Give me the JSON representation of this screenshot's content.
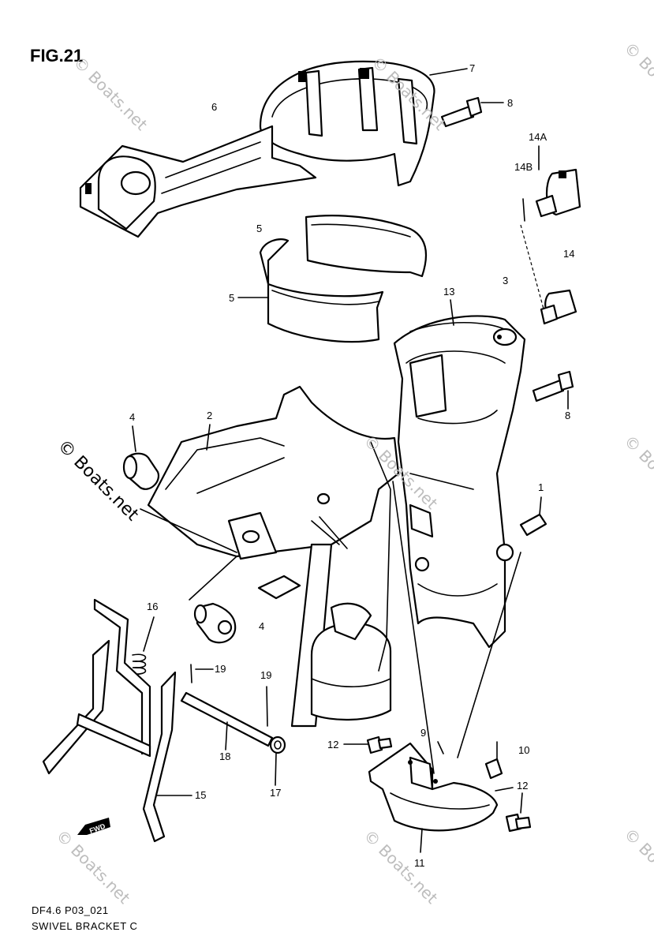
{
  "figure": {
    "title": "FIG.21"
  },
  "footer": {
    "code": "DF4.6 P03_021",
    "caption": "SWIVEL BRACKET C"
  },
  "watermarks": {
    "primary": "© Boats.net",
    "faint": "© Boats.net"
  },
  "direction_badge": "FWD",
  "callouts": {
    "p1": "1",
    "p2": "2",
    "p3": "3",
    "p4a": "4",
    "p4b": "4",
    "p5a": "5",
    "p5b": "5",
    "p6": "6",
    "p7": "7",
    "p8a": "8",
    "p8b": "8",
    "p9": "9",
    "p10": "10",
    "p11": "11",
    "p12a": "12",
    "p12b": "12",
    "p13": "13",
    "p14": "14",
    "p14a": "14A",
    "p14b": "14B",
    "p15": "15",
    "p16": "16",
    "p17": "17",
    "p18": "18",
    "p19a": "19",
    "p19b": "19"
  }
}
